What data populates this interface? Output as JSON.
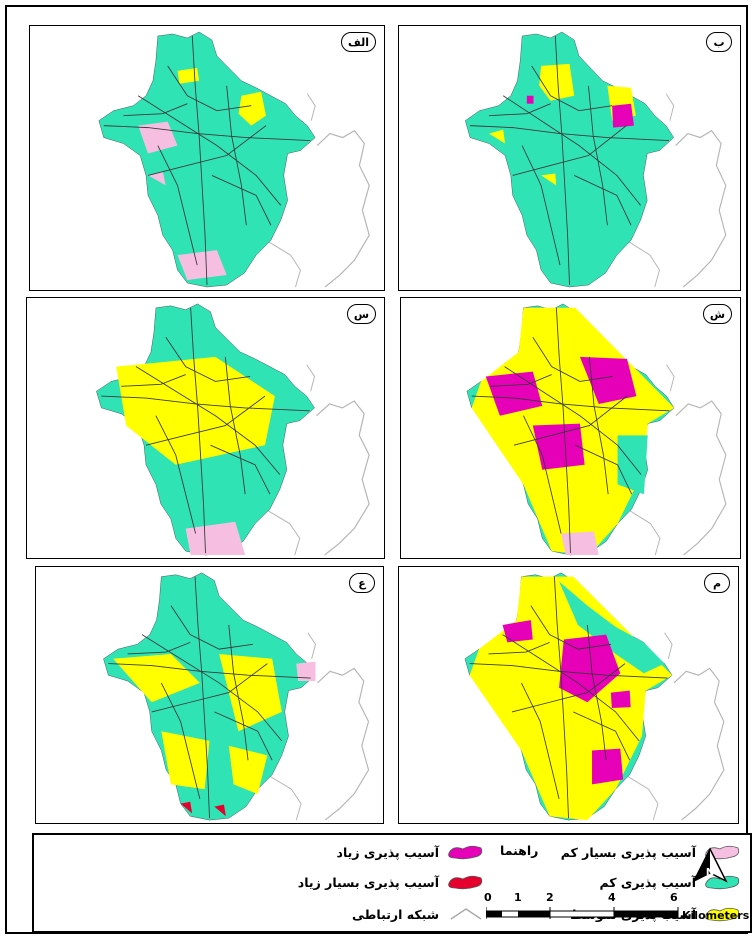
{
  "panels": [
    {
      "label": "الف",
      "variant": 1
    },
    {
      "label": "ب",
      "variant": 2
    },
    {
      "label": "س",
      "variant": 3
    },
    {
      "label": "ش",
      "variant": 4
    },
    {
      "label": "ع",
      "variant": 5
    },
    {
      "label": "م",
      "variant": 6
    }
  ],
  "legend": {
    "title": "راهنما",
    "items": {
      "very_low": {
        "label": "آسیب پذیری بسیار کم",
        "color": "#f6bfe2"
      },
      "low": {
        "label": "آسیب پذیری کم",
        "color": "#2fe3b4"
      },
      "medium": {
        "label": "آسیب پذیری متوسط",
        "color": "#ffff00"
      },
      "high": {
        "label": "آسیب پذیری زیاد",
        "color": "#e600b8"
      },
      "very_high": {
        "label": "آسیب پذیری بسیار زیاد",
        "color": "#e6002e"
      },
      "network": {
        "label": "شبکه ارتباطی",
        "color": "#aaaaaa"
      }
    },
    "scale": {
      "ticks": [
        "0",
        "1",
        "2",
        "4",
        "6"
      ],
      "unit": "Kilometers"
    },
    "north_icon": "north-arrow-icon"
  }
}
